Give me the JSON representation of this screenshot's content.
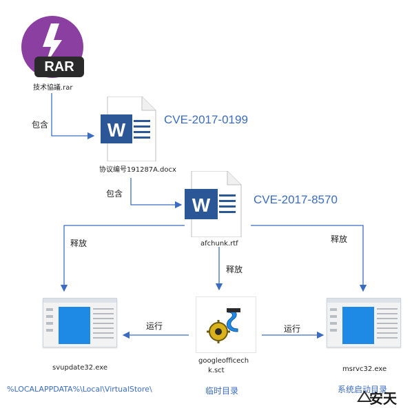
{
  "nodes": {
    "rar_badge": "RAR",
    "rar_file": "技术協議.rar",
    "docx_file": "协议编号191287A.docx",
    "rtf_file": "afchunk.rtf",
    "sct_file_line1": "googleofficech",
    "sct_file_line2": "k.sct",
    "left_exe": "svupdate32.exe",
    "right_exe": "msrvc32.exe"
  },
  "labels": {
    "contains_1": "包含",
    "contains_2": "包含",
    "release_left": "释放",
    "release_middle": "释放",
    "release_right": "释放",
    "run_left": "运行",
    "run_right": "运行"
  },
  "cves": {
    "docx_cve": "CVE-2017-0199",
    "rtf_cve": "CVE-2017-8570"
  },
  "locations": {
    "left_path": "%LOCALAPPDATA%\\Local\\VirtualStore\\",
    "middle_dir": "临时目录",
    "right_dir": "系统启动目录"
  },
  "watermark": "安天",
  "colors": {
    "arrow": "#3b6cc2",
    "rar_purple": "#8b3fa0",
    "word_blue": "#2b5797"
  }
}
